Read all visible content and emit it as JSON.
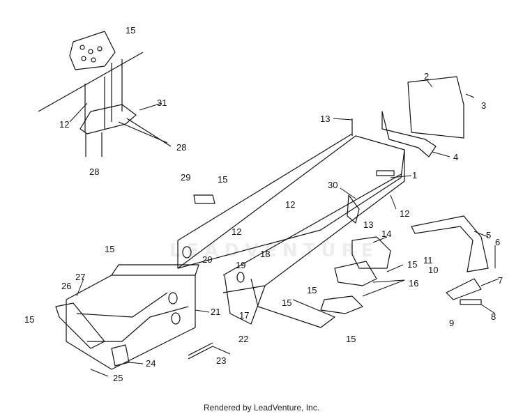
{
  "footer": "Rendered by LeadVenture, Inc.",
  "watermark": "LEADVENTURE",
  "callouts": [
    "15",
    "31",
    "12",
    "28",
    "28",
    "2",
    "3",
    "13",
    "4",
    "1",
    "29",
    "15",
    "30",
    "12",
    "12",
    "13",
    "14",
    "12",
    "5",
    "6",
    "11",
    "10",
    "7",
    "9",
    "8",
    "15",
    "20",
    "19",
    "18",
    "15",
    "16",
    "15",
    "15",
    "17",
    "15",
    "27",
    "26",
    "15",
    "21",
    "22",
    "23",
    "24",
    "25"
  ],
  "colors": {
    "line": "#111111",
    "background": "#ffffff"
  }
}
